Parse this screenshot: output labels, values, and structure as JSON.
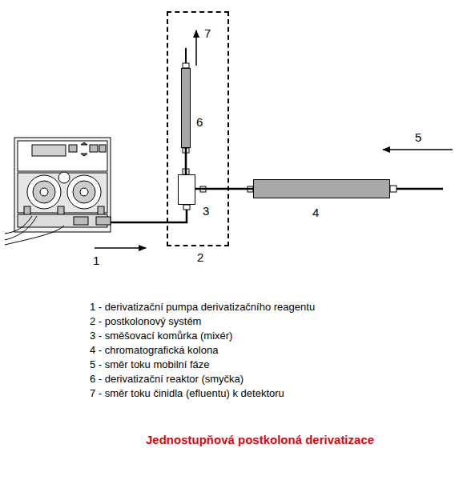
{
  "diagram": {
    "caption": "Jednostupňová postkoloná derivatizace",
    "nodes": [
      {
        "text": [
          "2"
        ]
      },
      {
        "text": [
          "6"
        ],
        "in": 0
      },
      {
        "text": [
          "3"
        ],
        "in": 0
      },
      {
        "text": [
          "4"
        ]
      }
    ],
    "edges": [
      {
        "from": 3,
        "to": 2,
        "arrow": "none"
      },
      {
        "from": 2,
        "to": 1,
        "arrow": "none"
      }
    ],
    "labels": [
      "7",
      "5",
      "1",
      "1 - derivatizační pumpa derivatizačního reagentu",
      "2 - postkolonový systém",
      "3 - směšovací komůrka (mixér)",
      "4 - chromatografická kolona",
      "5 - směr toku mobilní fáze",
      "6 - derivatizační reaktor (smyčka)",
      "7 - směr toku činidla (efluentu) k detektoru"
    ]
  }
}
